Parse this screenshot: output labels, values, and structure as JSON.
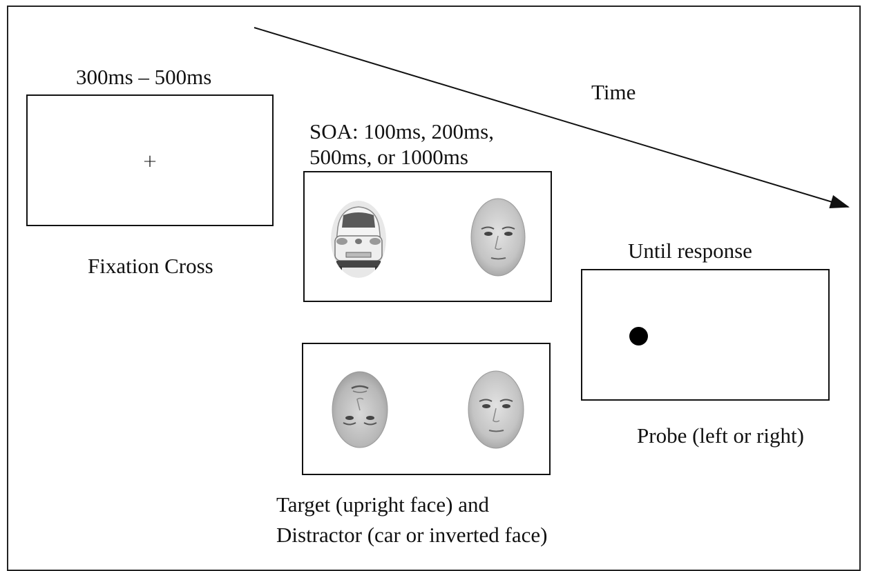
{
  "fixation": {
    "duration": "300ms – 500ms",
    "cross_symbol": "+",
    "caption": "Fixation Cross"
  },
  "time_arrow": {
    "label": "Time"
  },
  "cue": {
    "soa_line1": "SOA: 100ms, 200ms,",
    "soa_line2": "500ms, or 1000ms",
    "caption_line1": "Target (upright face) and",
    "caption_line2": "Distractor (car or inverted face)",
    "panel_top": {
      "left_stimulus": "car-image",
      "right_stimulus": "upright-face-image"
    },
    "panel_bottom": {
      "left_stimulus": "inverted-face-image",
      "right_stimulus": "upright-face-image"
    }
  },
  "probe": {
    "duration": "Until response",
    "caption": "Probe (left or right)"
  },
  "colors": {
    "border": "#111111",
    "face_light": "#dcdcdc",
    "face_dark": "#a8a8a8"
  }
}
